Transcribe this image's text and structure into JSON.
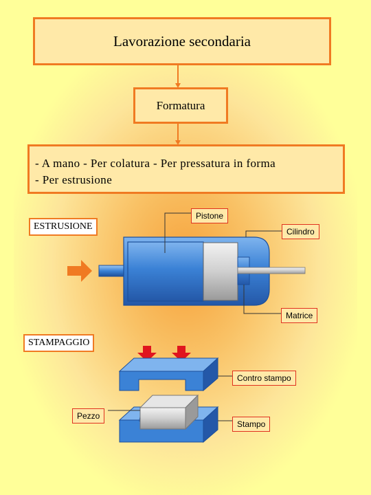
{
  "title": "Lavorazione secondaria",
  "subtitle": "Formatura",
  "methods": {
    "line1": "- A mano - Per colatura - Per pressatura in forma",
    "line2": "- Per estrusione"
  },
  "sections": {
    "extrusion": "ESTRUSIONE",
    "stamping": "STAMPAGGIO"
  },
  "labels": {
    "piston": "Pistone",
    "cylinder": "Cilindro",
    "die": "Matrice",
    "upper_die": "Contro stampo",
    "piece": "Pezzo",
    "lower_die": "Stampo"
  },
  "colors": {
    "box_border": "#f07a22",
    "arrow_orange": "#f07a22",
    "arrow_red": "#e0151e",
    "steel_blue": "#3b82d6",
    "part_gray": "#c8c8c8"
  }
}
